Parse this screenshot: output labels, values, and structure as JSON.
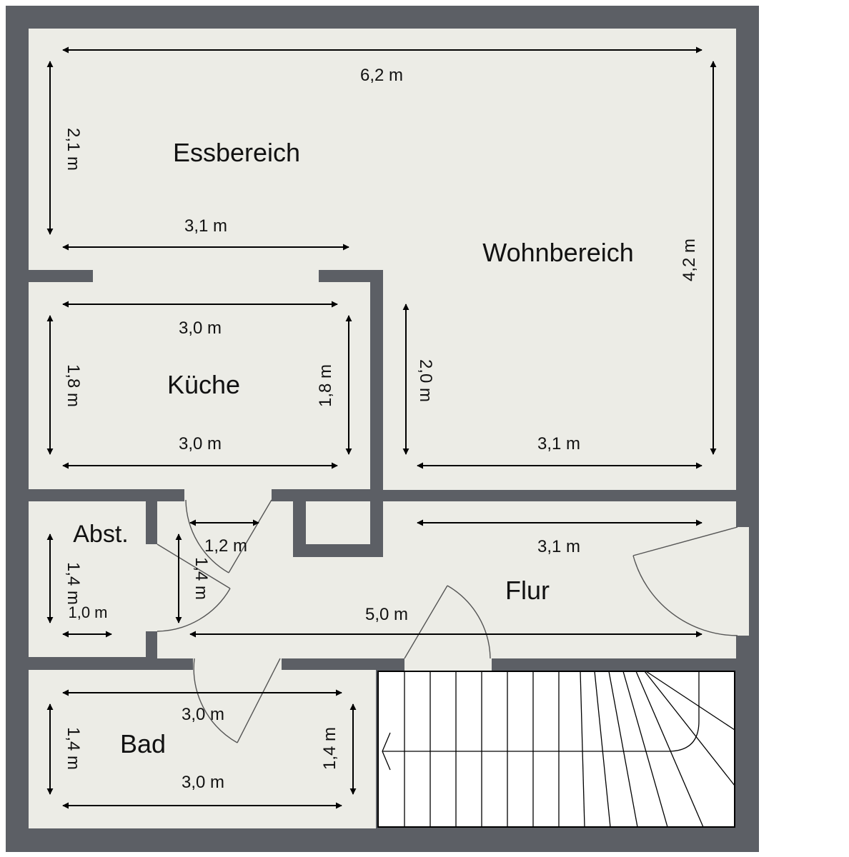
{
  "rooms": {
    "essbereich": "Essbereich",
    "wohnbereich": "Wohnbereich",
    "kueche": "Küche",
    "abst": "Abst.",
    "flur": "Flur",
    "bad": "Bad"
  },
  "dimensions": {
    "ess_width": "6,2 m",
    "ess_height": "2,1 m",
    "ess_lower": "3,1 m",
    "wohn_height": "4,2 m",
    "wohn_inner_height": "2,0 m",
    "wohn_lower": "3,1 m",
    "kueche_top": "3,0 m",
    "kueche_bottom": "3,0 m",
    "kueche_left": "1,8 m",
    "kueche_right": "1,8 m",
    "abst_height": "1,4 m",
    "abst_width": "1,0 m",
    "flur_door": "1,2 m",
    "flur_height": "1,4 m",
    "flur_top": "3,1 m",
    "flur_long": "5,0 m",
    "bad_top": "3,0 m",
    "bad_bottom": "3,0 m",
    "bad_left": "1,4 m",
    "bad_right": "1,4 m"
  },
  "colors": {
    "wall": "#5c5f65",
    "floor": "#ecece6"
  }
}
